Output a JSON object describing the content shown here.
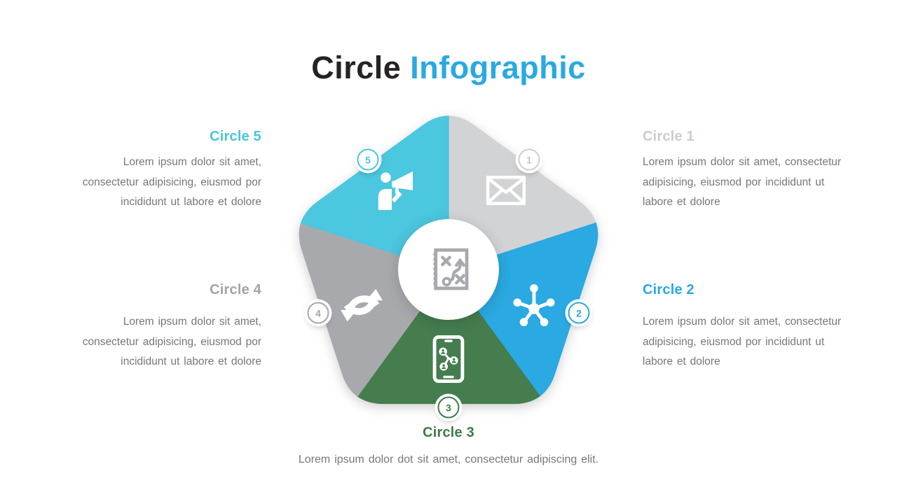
{
  "title": {
    "part_dark": "Circle",
    "part_accent": "Infographic"
  },
  "colors": {
    "accent_blue": "#29A9E2",
    "segment_cyan": "#4CC7DF",
    "segment_light_gray": "#D2D3D4",
    "segment_blue": "#29A9E2",
    "segment_green": "#447D4F",
    "segment_gray": "#A7A9AC",
    "title_dark": "#262324",
    "body_text": "#76777A",
    "center_icon_gray": "#A7A9AC"
  },
  "diagram": {
    "center_icon": "strategy-plan-icon",
    "segments": [
      {
        "number": "1",
        "icon": "envelope-icon",
        "color": "#D2D3D4"
      },
      {
        "number": "2",
        "icon": "network-hub-icon",
        "color": "#29A9E2"
      },
      {
        "number": "3",
        "icon": "phone-share-icon",
        "color": "#447D4F"
      },
      {
        "number": "4",
        "icon": "sync-arrows-icon",
        "color": "#A7A9AC"
      },
      {
        "number": "5",
        "icon": "megaphone-person-icon",
        "color": "#4CC7DF"
      }
    ]
  },
  "blocks": {
    "circle1": {
      "heading": "Circle 1",
      "body": "Lorem ipsum dolor sit amet, consectetur adipisicing, eiusmod por incididunt ut labore et dolore"
    },
    "circle2": {
      "heading": "Circle 2",
      "body": "Lorem ipsum dolor sit amet, consectetur adipisicing, eiusmod por incididunt ut labore et dolore"
    },
    "circle3": {
      "heading": "Circle 3",
      "body": "Lorem ipsum dolor dot sit amet, consectetur adipiscing elit."
    },
    "circle4": {
      "heading": "Circle 4",
      "body": "Lorem ipsum dolor sit amet, consectetur adipisicing, eiusmod por incididunt ut labore et dolore"
    },
    "circle5": {
      "heading": "Circle 5",
      "body": "Lorem ipsum dolor sit amet, consectetur adipisicing, eiusmod por incididunt ut labore et dolore"
    }
  }
}
